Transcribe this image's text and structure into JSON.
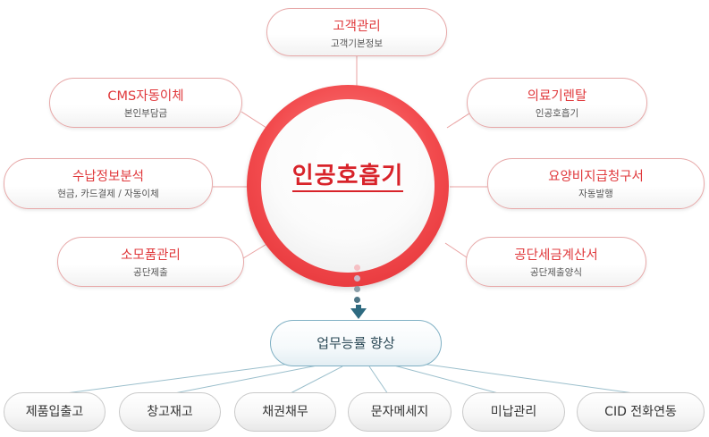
{
  "hub": {
    "label": "인공호흡기"
  },
  "nodes": {
    "customer": {
      "title": "고객관리",
      "sub": "고객기본정보"
    },
    "cms": {
      "title": "CMS자동이체",
      "sub": "본인부담금"
    },
    "revenue": {
      "title": "수납정보분석",
      "sub": "현금, 카드결제 / 자동이체"
    },
    "supplies": {
      "title": "소모품관리",
      "sub": "공단제출"
    },
    "rental": {
      "title": "의료기렌탈",
      "sub": "인공호흡기"
    },
    "claims": {
      "title": "요양비지급청구서",
      "sub": "자동발행"
    },
    "invoice": {
      "title": "공단세금계산서",
      "sub": "공단제출양식"
    }
  },
  "effect": {
    "label": "업무능률 향상"
  },
  "bottom": [
    {
      "label": "제품입출고"
    },
    {
      "label": "창고재고"
    },
    {
      "label": "채권채무"
    },
    {
      "label": "문자메세지"
    },
    {
      "label": "미납관리"
    },
    {
      "label": "CID 전화연동"
    }
  ],
  "colors": {
    "accent": "#e0393c",
    "hub": "#f24a4d",
    "arrow": "#2e6a80"
  }
}
